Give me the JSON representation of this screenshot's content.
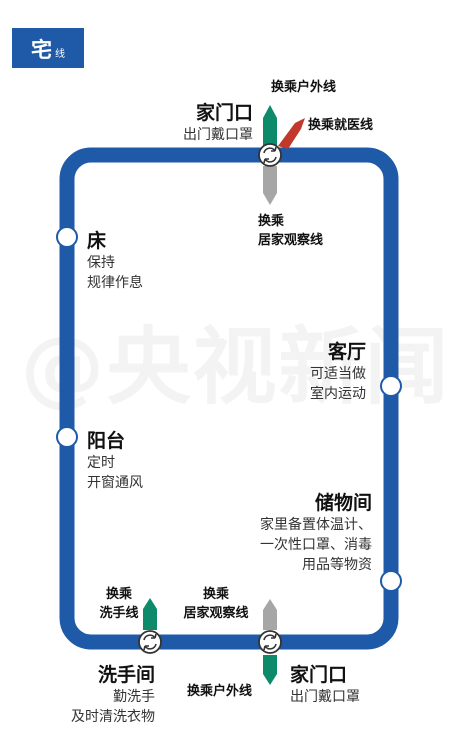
{
  "header": {
    "title_main": "宅",
    "title_sub": "线"
  },
  "watermark": "@央视新闻",
  "colors": {
    "line": "#1e5aa8",
    "green": "#0d8a6a",
    "red": "#c0392b",
    "gray": "#a6a6a6",
    "badge": "#1e5aa8"
  },
  "stations": {
    "door_top": {
      "name": "家门口",
      "desc": [
        "出门戴口罩"
      ]
    },
    "bed": {
      "name": "床",
      "desc": [
        "保持",
        "规律作息"
      ]
    },
    "living_room": {
      "name": "客厅",
      "desc": [
        "可适当做",
        "室内运动"
      ]
    },
    "balcony": {
      "name": "阳台",
      "desc": [
        "定时",
        "开窗通风"
      ]
    },
    "storage": {
      "name": "储物间",
      "desc": [
        "家里备置体温计、",
        "一次性口罩、消毒",
        "用品等物资"
      ]
    },
    "washroom": {
      "name": "洗手间",
      "desc": [
        "勤洗手",
        "及时清洗衣物"
      ]
    },
    "door_bottom": {
      "name": "家门口",
      "desc": [
        "出门戴口罩"
      ]
    }
  },
  "transfers": {
    "top_outdoor": "换乘户外线",
    "top_medical": "换乘就医线",
    "top_observe": [
      "换乘",
      "居家观察线"
    ],
    "bottom_wash": [
      "换乘",
      "洗手线"
    ],
    "bottom_observe": [
      "换乘",
      "居家观察线"
    ],
    "bottom_outdoor": "换乘户外线"
  },
  "icons": [
    "transfer-icon",
    "station-circle-icon",
    "arrow-up-icon",
    "arrow-down-icon",
    "arrow-diagonal-icon"
  ]
}
